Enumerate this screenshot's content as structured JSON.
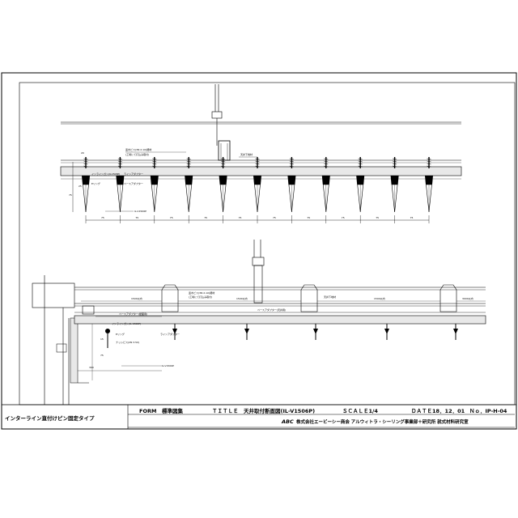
{
  "title_block": {
    "drawing_type": "インターライン直付けピン固定タイプ",
    "form": "FORM　標準図集",
    "title": "ＴＩＴＬＥ　天井取付断面図(IL-V1506P)",
    "scale": "ＳＣＡＬＥ1/4",
    "date": "ＤＡＴＥ18．12．01",
    "number": "Ｎｏ．IP-H-04",
    "logo": "ABC",
    "company": "株式会社エービーシー商会 アルウィトラ・シーリング事業部＋研究所 就式材料研究室"
  },
  "annotations": {
    "top": {
      "screw": "皿木ビス(3N 2.1X)細材",
      "screw_sub": "(工場にて打込み取付)",
      "ceiling_base": "天井下地材",
      "ring": "Eリング",
      "inline_strip": "インラインガン(IL1506P)",
      "line_adapter": "ラインアダプター",
      "base_adapter": "ベースアダプター",
      "model": "IL-V1506P",
      "dim_75": "75",
      "dim_25": "25",
      "dim_20": "20"
    },
    "bottom": {
      "screw": "皿木ビス(3N 2.1X)細材",
      "screw_sub": "(工場にて打込み取付)",
      "ceiling_base": "天井下地材",
      "pitch_left": "1500以内",
      "pitch_mid": "1500以内",
      "pitch_right": "1500以内",
      "pitch_far": "3000以内",
      "base_adapter_side": "ベースアダプター(壁面用)",
      "inline_strip": "インラインガン(IL 1506P)",
      "ring": "Eリング",
      "screw_side": "ナッシビス(2N 3.5X)",
      "line_adapter": "ラインアダプター",
      "base_adapter": "ベースアダプター(天井用)",
      "model": "IL-V1506P",
      "dim_300": "300",
      "dim_15": "15",
      "dim_75": "75"
    },
    "pin_pitch": "75"
  }
}
